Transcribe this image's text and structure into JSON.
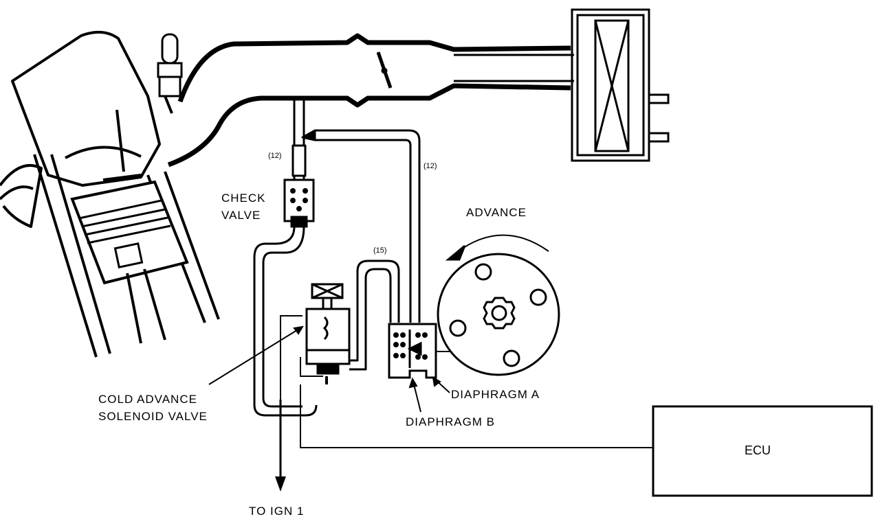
{
  "labels": {
    "check_valve_line1": "CHECK",
    "check_valve_line2": "VALVE",
    "advance": "ADVANCE",
    "solenoid_line1": "COLD ADVANCE",
    "solenoid_line2": "SOLENOID VALVE",
    "diaphragm_a": "DIAPHRAGM A",
    "diaphragm_b": "DIAPHRAGM B",
    "ecu": "ECU",
    "to_ign": "TO IGN 1"
  },
  "hose_sizes": {
    "left_hose": "(12)",
    "right_hose": "(12)",
    "middle_hose": "(15)"
  },
  "colors": {
    "line": "#000000",
    "background": "#ffffff"
  }
}
